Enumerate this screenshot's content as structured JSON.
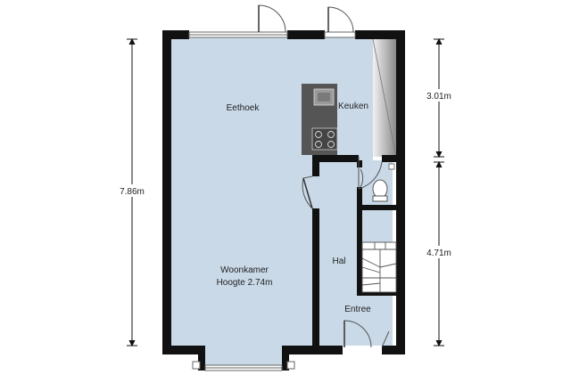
{
  "rooms": {
    "eethoek": "Eethoek",
    "keuken": "Keuken",
    "woonkamer": "Woonkamer",
    "woonkamer_height": "Hoogte 2.74m",
    "hal": "Hal",
    "entree": "Entree"
  },
  "dimensions": {
    "total_depth": "7.86m",
    "right_upper": "3.01m",
    "right_lower": "4.71m"
  },
  "colors": {
    "floor": "#c9d9e8",
    "wall": "#111111",
    "counter": "#555555",
    "dimension_line": "#111111"
  }
}
